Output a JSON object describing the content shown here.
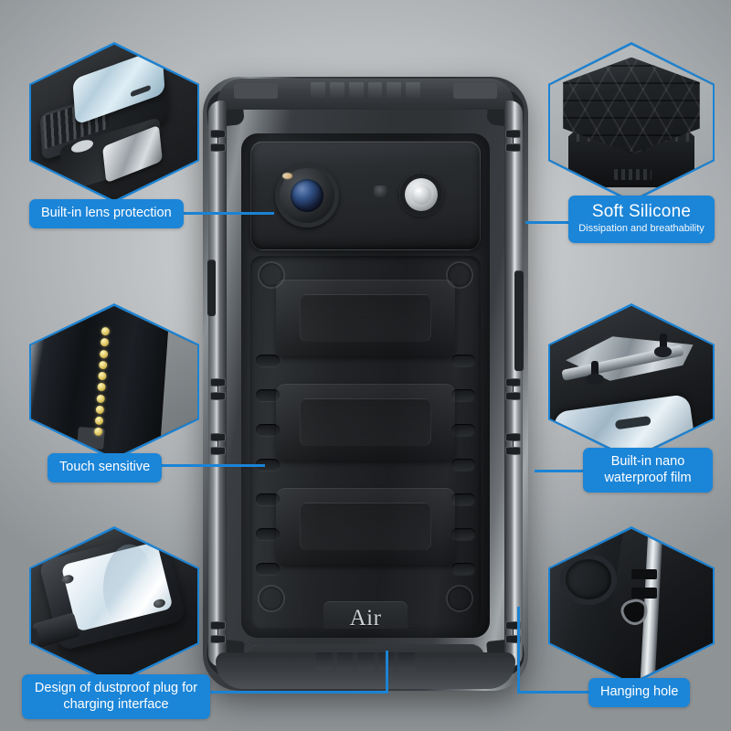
{
  "product": {
    "name": "Air",
    "logo_text": "Air",
    "type": "rugged waterproof phone case",
    "accent_color": "#1b85d8",
    "line_color": "#1b83d4",
    "body_color": "#232629",
    "background_color": "#c4c7c9"
  },
  "features": [
    {
      "id": "lens-protection",
      "label": "Built-in lens protection",
      "subtitle": "",
      "position": "top-left",
      "image_alt": "exploded view of phone sliding into rugged case with lens guard"
    },
    {
      "id": "soft-silicone",
      "label": "Soft Silicone",
      "subtitle": "Dissipation and breathability",
      "position": "top-right",
      "image_alt": "black hexagonal silicone pad with triangular heat-dissipation texture"
    },
    {
      "id": "touch-sensitive",
      "label": "Touch sensitive",
      "subtitle": "",
      "position": "middle-left",
      "image_alt": "case edge showing row of gold touch-sensitive contact dots"
    },
    {
      "id": "nano-waterproof-film",
      "label": "Built-in nano waterproof film",
      "subtitle": "",
      "position": "middle-right",
      "image_alt": "nano waterproof screen film with alignment applicator pins"
    },
    {
      "id": "dustproof-plug",
      "label": "Design of dustproof plug for charging interface",
      "subtitle": "",
      "position": "bottom-left",
      "image_alt": "case bottom with rubber dustproof plug covering charging port"
    },
    {
      "id": "hanging-hole",
      "label": "Hanging hole",
      "subtitle": "",
      "position": "bottom-right",
      "image_alt": "case corner detail showing lanyard hanging hole"
    }
  ],
  "case_details": {
    "camera_label": "rear camera module",
    "lens_label": "main camera lens",
    "flash_label": "LED flash ring",
    "sensor_label": "auxiliary sensor",
    "vent_label": "top vent slots",
    "bottom_vent_label": "bottom vent slots",
    "side_button_label": "volume button",
    "rail_label": "metal side rail"
  }
}
